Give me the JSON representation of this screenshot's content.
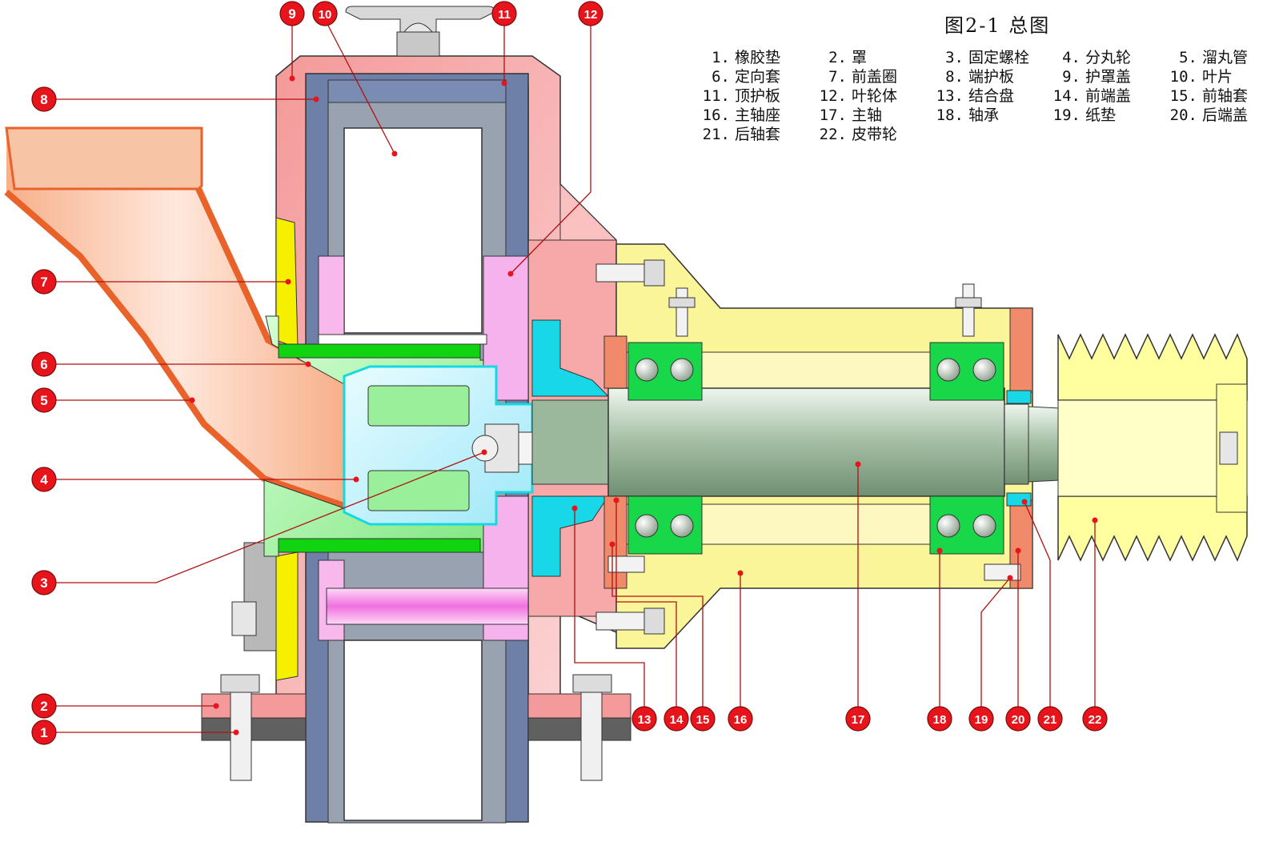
{
  "figure": {
    "title": "图2-1 总图",
    "parts": [
      {
        "num": "1.",
        "name": "橡胶垫"
      },
      {
        "num": "2.",
        "name": "罩"
      },
      {
        "num": "3.",
        "name": "固定螺栓"
      },
      {
        "num": "4.",
        "name": "分丸轮"
      },
      {
        "num": "5.",
        "name": "溜丸管"
      },
      {
        "num": "6.",
        "name": "定向套"
      },
      {
        "num": "7.",
        "name": "前盖圈"
      },
      {
        "num": "8.",
        "name": "端护板"
      },
      {
        "num": "9.",
        "name": "护罩盖"
      },
      {
        "num": "10.",
        "name": "叶片"
      },
      {
        "num": "11.",
        "name": "顶护板"
      },
      {
        "num": "12.",
        "name": "叶轮体"
      },
      {
        "num": "13.",
        "name": "结合盘"
      },
      {
        "num": "14.",
        "name": "前端盖"
      },
      {
        "num": "15.",
        "name": "前轴套"
      },
      {
        "num": "16.",
        "name": "主轴座"
      },
      {
        "num": "17.",
        "name": "主轴"
      },
      {
        "num": "18.",
        "name": "轴承"
      },
      {
        "num": "19.",
        "name": "纸垫"
      },
      {
        "num": "20.",
        "name": "后端盖"
      },
      {
        "num": "21.",
        "name": "后轴套"
      },
      {
        "num": "22.",
        "name": "皮带轮"
      }
    ]
  },
  "callouts": [
    "1",
    "2",
    "3",
    "4",
    "5",
    "6",
    "7",
    "8",
    "9",
    "10",
    "11",
    "12",
    "13",
    "14",
    "15",
    "16",
    "17",
    "18",
    "19",
    "20",
    "21",
    "22"
  ],
  "colors": {
    "callout_fill": "#e8141c",
    "leader": "#b01010",
    "housing": "#f49a9a",
    "liner": "#6e80a8",
    "liner_inner": "#98a2b0",
    "pipe": "#f5b594",
    "pipe_edge": "#e8622a",
    "shaft_seat": "#fbf59a",
    "hub": "#b8f0ff",
    "hub_edge": "#15d9e0",
    "sleeve": "#9af09a",
    "sleeve_dark": "#10d410",
    "impeller": "#f6b2ec",
    "shaft": "#a8c0a8",
    "bearing": "#18d84a",
    "yellow_ring": "#f4f000",
    "pulley": "#ffffa0",
    "rubber": "#606060"
  }
}
